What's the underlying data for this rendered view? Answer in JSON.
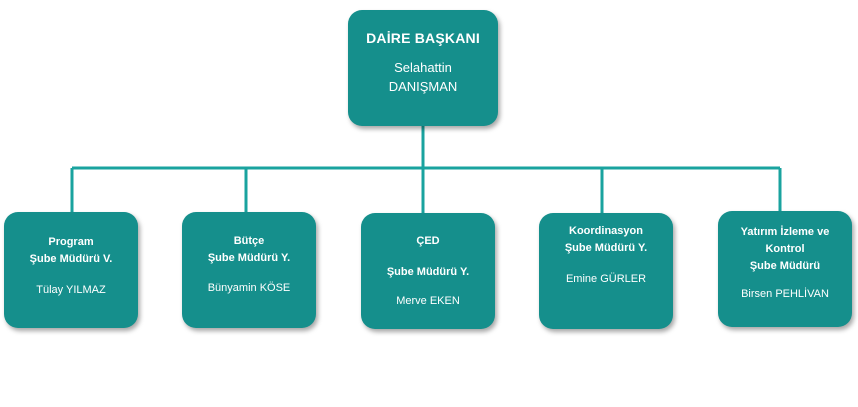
{
  "colors": {
    "box_fill": "#158f8c",
    "connector": "#1aa39f",
    "text": "#ffffff"
  },
  "head": {
    "title": "DAİRE BAŞKANI",
    "name_line1": "Selahattin",
    "name_line2": "DANIŞMAN"
  },
  "units": [
    {
      "title_lines": [
        "Program",
        "Şube Müdürü V."
      ],
      "name": "Tülay YILMAZ"
    },
    {
      "title_lines": [
        "Bütçe",
        "Şube Müdürü Y."
      ],
      "name": "Bünyamin KÖSE"
    },
    {
      "title_lines": [
        "ÇED",
        "Şube Müdürü Y."
      ],
      "name": "Merve EKEN"
    },
    {
      "title_lines": [
        "Koordinasyon",
        "Şube Müdürü Y."
      ],
      "name": "Emine GÜRLER"
    },
    {
      "title_lines": [
        "Yatırım İzleme ve",
        "Kontrol",
        "Şube Müdürü"
      ],
      "name": "Birsen PEHLİVAN"
    }
  ]
}
